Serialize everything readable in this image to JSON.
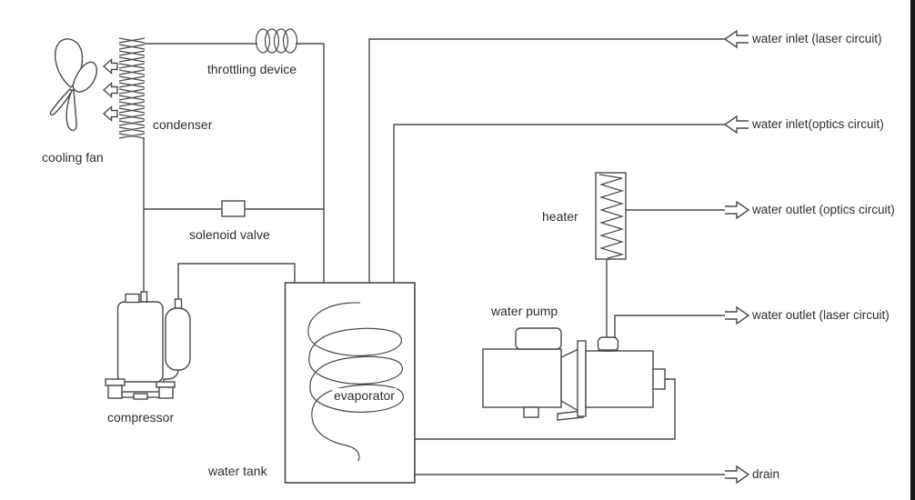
{
  "colors": {
    "line": "#4a4a4a",
    "text": "#2e2e2e",
    "background": "#ffffff",
    "edge_bar": "#161616"
  },
  "labels": {
    "cooling_fan": "cooling fan",
    "condenser": "condenser",
    "throttling_device": "throttling device",
    "solenoid_valve": "solenoid valve",
    "compressor": "compressor",
    "water_tank": "water tank",
    "evaporator": "evaporator",
    "water_pump": "water pump",
    "heater": "heater"
  },
  "ports": [
    {
      "id": "water-inlet-laser",
      "label": "water inlet (laser circuit)",
      "direction": "left"
    },
    {
      "id": "water-inlet-optics",
      "label": "water inlet(optics circuit)",
      "direction": "left"
    },
    {
      "id": "water-outlet-optics",
      "label": "water outlet (optics circuit)",
      "direction": "right"
    },
    {
      "id": "water-outlet-laser",
      "label": "water outlet (laser circuit)",
      "direction": "right"
    },
    {
      "id": "drain",
      "label": "drain",
      "direction": "right"
    }
  ]
}
